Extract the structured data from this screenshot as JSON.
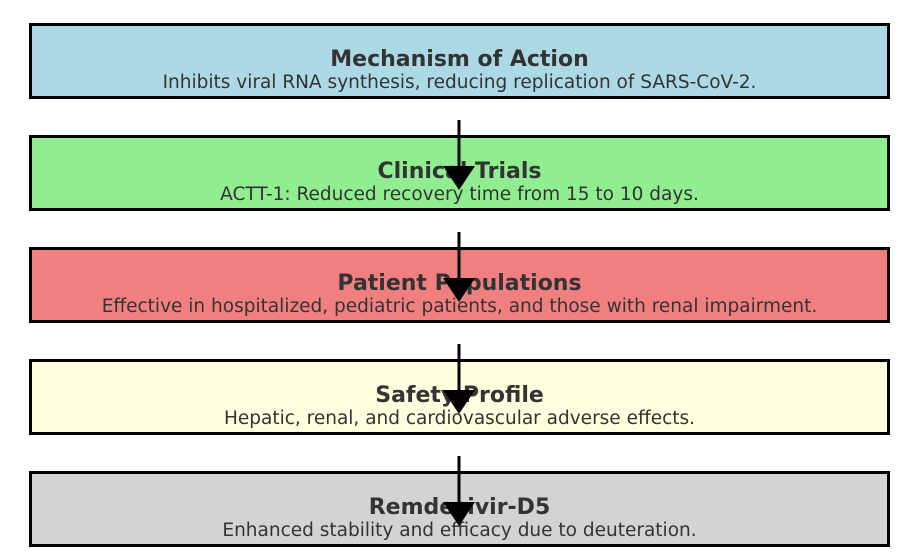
{
  "steps": [
    {
      "title": "Mechanism of Action",
      "description": "Inhibits viral RNA synthesis, reducing replication of SARS-CoV-2.",
      "color": "#add8e6"
    },
    {
      "title": "Clinical Trials",
      "description": "ACTT-1: Reduced recovery time from 15 to 10 days.",
      "color": "#90ee90"
    },
    {
      "title": "Patient Populations",
      "description": "Effective in hospitalized, pediatric patients, and those with renal impairment.",
      "color": "#f08080"
    },
    {
      "title": "Safety Profile",
      "description": "Hepatic, renal, and cardiovascular adverse effects.",
      "color": "#ffffe0"
    },
    {
      "title": "Remdesivir-D5",
      "description": "Enhanced stability and efficacy due to deuteration.",
      "color": "#d3d3d3"
    }
  ]
}
